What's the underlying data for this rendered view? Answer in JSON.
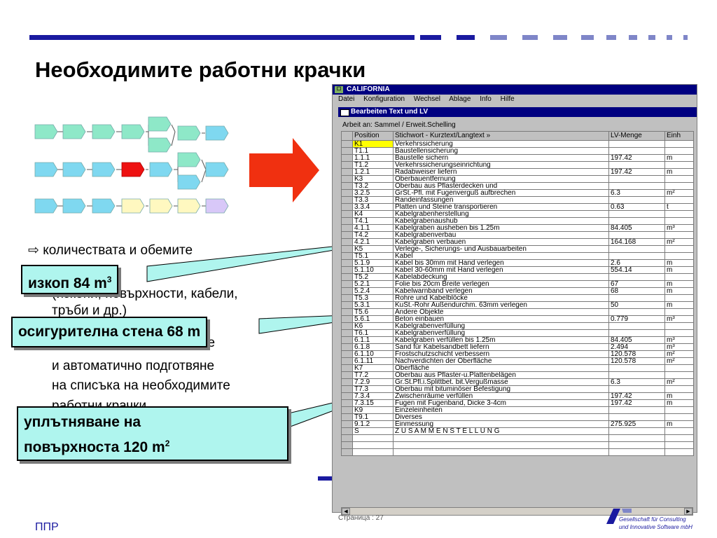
{
  "title": "Необходимите работни крачки",
  "bullets": {
    "line1": "количествата и обемите",
    "line2": "(изкопи, повърхности, кабели,",
    "line3": "тръби и др.)",
    "line4": "изчисляване на разходите",
    "line5": "и автоматично подготвяне",
    "line6": "на списъка на необходимите",
    "line7": "работни крачки"
  },
  "callouts": {
    "c1_text": "изкоп  84 m",
    "c1_sup": "3",
    "c2_text": "осигурителна стена  68 m",
    "c3_line1": "уплътняване на",
    "c3_line2": "повърхноста  120 m",
    "c3_sup": "2"
  },
  "window": {
    "title": "CALIFORNIA",
    "menu": [
      "Datei",
      "Konfiguration",
      "Wechsel",
      "Ablage",
      "Info",
      "Hilfe"
    ],
    "subtitle": "Bearbeiten Text und LV",
    "arbeit": "Arbeit an: Sammel / Erweit.Schelling",
    "headers": [
      "Position",
      "Stichwort - Kurztext/Langtext  »",
      "LV-Menge",
      "Einh"
    ],
    "rows": [
      [
        "K1",
        "Verkehrssicherung",
        "",
        ""
      ],
      [
        "T1.1",
        "Baustellensicherung",
        "",
        ""
      ],
      [
        "1.1.1",
        "Baustelle sichern",
        "197.42",
        "m"
      ],
      [
        "T1.2",
        "Verkehrssicherungseinrichtung",
        "",
        ""
      ],
      [
        "1.2.1",
        "Radabweiser liefern",
        "197.42",
        "m"
      ],
      [
        "K3",
        "Oberbauentfernung",
        "",
        ""
      ],
      [
        "T3.2",
        "Oberbau aus Pflasterdecken und",
        "",
        ""
      ],
      [
        "3.2.5",
        "GrSt.-Pfl. mit Fugenverguß aufbrechen",
        "6.3",
        "m²"
      ],
      [
        "T3.3",
        "Randeinfassungen",
        "",
        ""
      ],
      [
        "3.3.4",
        "Platten und Steine transportieren",
        "0.63",
        "t"
      ],
      [
        "K4",
        "Kabelgrabenherstellung",
        "",
        ""
      ],
      [
        "T4.1",
        "Kabelgrabenaushub",
        "",
        ""
      ],
      [
        "4.1.1",
        "Kabelgraben ausheben bis 1.25m",
        "84.405",
        "m³"
      ],
      [
        "T4.2",
        "Kabelgrabenverbau",
        "",
        ""
      ],
      [
        "4.2.1",
        "Kabelgraben verbauen",
        "164.168",
        "m²"
      ],
      [
        "K5",
        "Verlege-, Sicherungs- und Ausbauarbeiten",
        "",
        ""
      ],
      [
        "T5.1",
        "Kabel",
        "",
        ""
      ],
      [
        "5.1.9",
        "Kabel bis 30mm mit Hand verlegen",
        "2.6",
        "m"
      ],
      [
        "5.1.10",
        "Kabel 30-60mm mit Hand verlegen",
        "554.14",
        "m"
      ],
      [
        "T5.2",
        "Kabelabdeckung",
        "",
        ""
      ],
      [
        "5.2.1",
        "Folie bis 20cm Breite verlegen",
        "67",
        "m"
      ],
      [
        "5.2.4",
        "Kabelwarnband verlegen",
        "68",
        "m"
      ],
      [
        "T5.3",
        "Rohre und Kabelblöcke",
        "",
        ""
      ],
      [
        "5.3.1",
        "KuSt.-Rohr Außendurchm. 63mm verlegen",
        "50",
        "m"
      ],
      [
        "T5.6",
        "Andere Objekte",
        "",
        ""
      ],
      [
        "5.6.1",
        "Beton einbauen",
        "0.779",
        "m³"
      ],
      [
        "K6",
        "Kabelgrabenverfüllung",
        "",
        ""
      ],
      [
        "T6.1",
        "Kabelgrabenverfüllung",
        "",
        ""
      ],
      [
        "6.1.1",
        "Kabelgraben verfüllen bis 1.25m",
        "84.405",
        "m³"
      ],
      [
        "6.1.8",
        "Sand für Kabelsandbett liefern",
        "2.494",
        "m³"
      ],
      [
        "6.1.10",
        "Frostschutzschicht verbessern",
        "120.578",
        "m²"
      ],
      [
        "6.1.11",
        "Nachverdichten der Oberfläche",
        "120.578",
        "m²"
      ],
      [
        "K7",
        "Oberfläche",
        "",
        ""
      ],
      [
        "T7.2",
        "Oberbau aus Pflaster-u.Plattenbelägen",
        "",
        ""
      ],
      [
        "7.2.9",
        "Gr.St.Pfl.i.Splittbet. bit.Vergußmasse",
        "6.3",
        "m²"
      ],
      [
        "T7.3",
        "Oberbau mit bituminöser Befestigung",
        "",
        ""
      ],
      [
        "7.3.4",
        "Zwischenräume verfüllen",
        "197.42",
        "m"
      ],
      [
        "7.3.15",
        "Fugen mit Fugenband, Dicke 3-4cm",
        "197.42",
        "m"
      ],
      [
        "K9",
        "Einzeleinheiten",
        "",
        ""
      ],
      [
        "T9.1",
        "Diverses",
        "",
        ""
      ],
      [
        "9.1.2",
        "Einmessung",
        "275.925",
        "m"
      ],
      [
        "S",
        "Z U S A M M E N S T E L L U N G",
        "",
        ""
      ],
      [
        "",
        "",
        "",
        ""
      ],
      [
        "",
        "",
        "",
        ""
      ],
      [
        "",
        "",
        "",
        ""
      ]
    ]
  },
  "footer": {
    "left": "ППР",
    "page": "Страница : 27",
    "logo_line1": "Gesellschaft für Consulting",
    "logo_line2": "und Innovative Software mbH"
  },
  "colors": {
    "accent": "#1a1aa0",
    "callout": "#aff5ee",
    "arrow": "#f03010",
    "flow_cyan": "#7fd8f0",
    "flow_green": "#8ee8c8"
  }
}
